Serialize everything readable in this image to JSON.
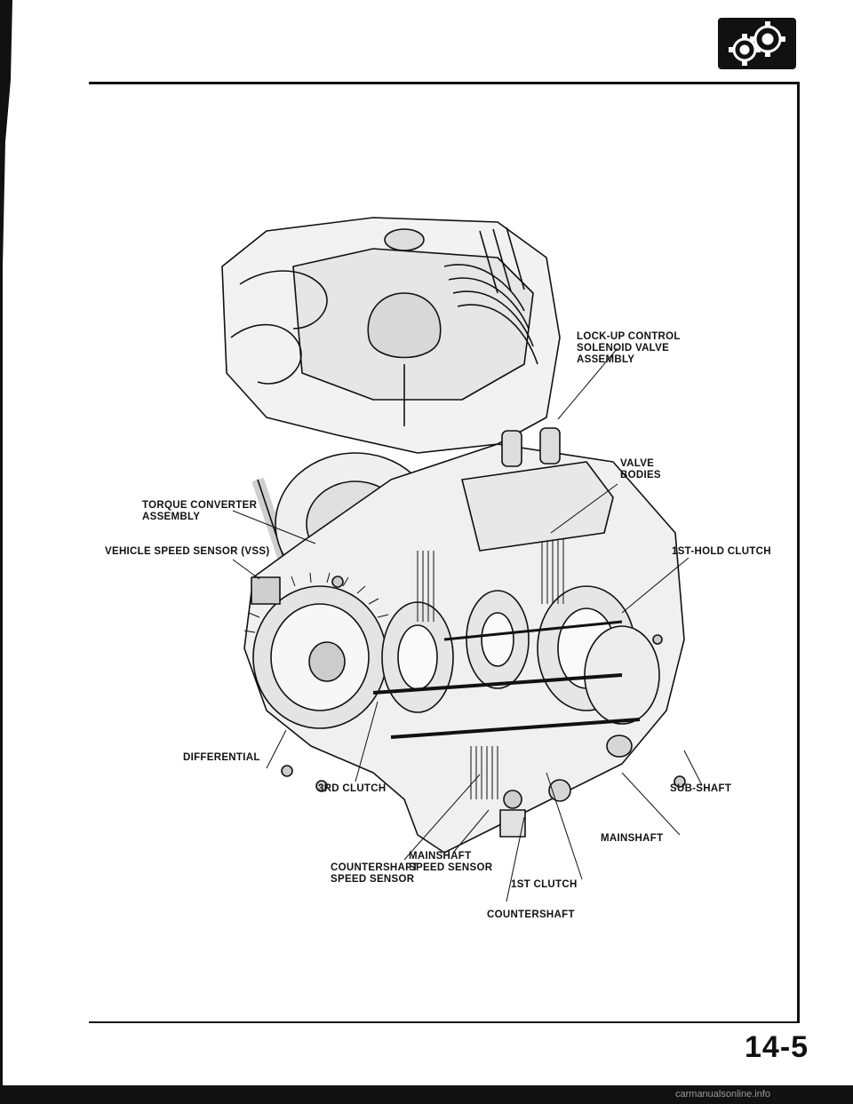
{
  "page": {
    "number": "14-5",
    "watermark": "carmanualsonline.info"
  },
  "section_icon": "transmission-gears-icon",
  "callouts": {
    "lockup_solenoid": "LOCK-UP CONTROL\nSOLENOID VALVE\nASSEMBLY",
    "valve_bodies": "VALVE\nBODIES",
    "torque_converter": "TORQUE CONVERTER\nASSEMBLY",
    "vss": "VEHICLE SPEED SENSOR (VSS)",
    "first_hold_clutch": "1ST-HOLD CLUTCH",
    "differential": "DIFFERENTIAL",
    "third_clutch": "3RD CLUTCH",
    "sub_shaft": "SUB-SHAFT",
    "mainshaft": "MAINSHAFT",
    "mainshaft_speed_sensor": "MAINSHAFT\nSPEED SENSOR",
    "countershaft_speed_sensor": "COUNTERSHAFT\nSPEED SENSOR",
    "first_clutch": "1ST CLUTCH",
    "countershaft": "COUNTERSHAFT"
  }
}
